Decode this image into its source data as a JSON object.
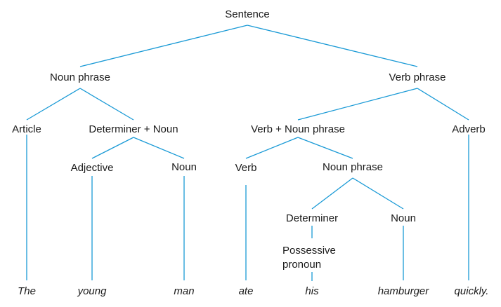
{
  "tree": {
    "nodes": {
      "sentence": "Sentence",
      "noun_phrase_1": "Noun phrase",
      "verb_phrase": "Verb phrase",
      "article": "Article",
      "determiner_noun": "Determiner + Noun",
      "verb_noun_phrase": "Verb + Noun phrase",
      "adverb": "Adverb",
      "adjective": "Adjective",
      "noun_1": "Noun",
      "verb": "Verb",
      "noun_phrase_2": "Noun phrase",
      "determiner": "Determiner",
      "noun_2": "Noun",
      "possessive_line1": "Possessive",
      "possessive_line2": "pronoun"
    },
    "words": {
      "the": "The",
      "young": "young",
      "man": "man",
      "ate": "ate",
      "his": "his",
      "hamburger": "hamburger",
      "quickly": "quickly."
    }
  }
}
